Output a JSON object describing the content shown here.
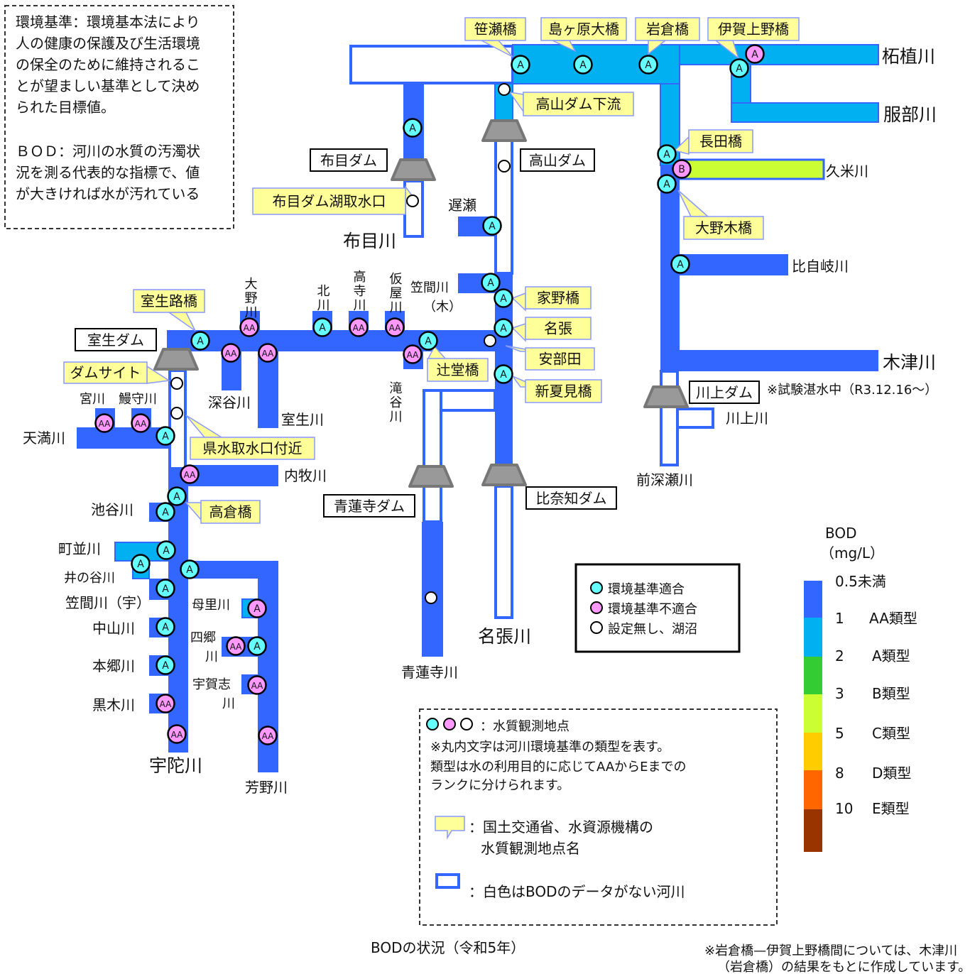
{
  "colors": {
    "river_bod_lt_0_5": "#3366ff",
    "river_bod_1_2": "#00b0f0",
    "river_bod_3": "#33cc33",
    "river_bod_5": "#ccff33",
    "river_bod_8": "#ffcc00",
    "river_bod_10": "#ff6600",
    "river_bod_gt_10": "#993300",
    "compliant": "#66ffff",
    "noncompliant": "#ff99ff",
    "callout": "#ffff99"
  },
  "info_box": {
    "lines": [
      "環境基準：環境基本法により",
      "人の健康の保護及び生活環境",
      "の保全のために維持されるこ",
      "とが望ましい基準として決め",
      "られた目標値。",
      "",
      "ＢＯＤ：河川の水質の汚濁状",
      "況を測る代表的な指標で、値",
      "が大きければ水が汚れている"
    ]
  },
  "callouts": [
    "笹瀬橋",
    "島ヶ原大橋",
    "岩倉橋",
    "伊賀上野橋",
    "高山ダム下流",
    "長田橋",
    "大野木橋",
    "家野橋",
    "名張",
    "安部田",
    "新夏見橋",
    "辻堂橋",
    "布目ダム湖取水口",
    "室生路橋",
    "ダムサイト",
    "県水取水口付近",
    "高倉橋"
  ],
  "dams": [
    "布目ダム",
    "高山ダム",
    "室生ダム",
    "川上ダム",
    "青蓮寺ダム",
    "比奈知ダム"
  ],
  "rivers": {
    "tsuge": "柘植川",
    "hattori": "服部川",
    "kume": "久米川",
    "hijiki": "比自岐川",
    "kizu": "木津川",
    "kawakami": "川上川",
    "maefukase": "前深瀬川",
    "nabari": "名張川",
    "shorenji": "青蓮寺川",
    "nunome": "布目川",
    "osose": "遅瀬",
    "kasama_ki_1": "笠間川",
    "kasama_ki_2": "（木）",
    "ono": "大野川",
    "kita": "北川",
    "takadera": "高寺川",
    "kariya": "仮屋川",
    "takitani": "滝谷川",
    "fukatani": "深谷川",
    "muro": "室生川",
    "miya": "宮川",
    "unagi": "鰻守川",
    "temma": "天満川",
    "uchimaki": "内牧川",
    "iketani": "池谷川",
    "machinami": "町並川",
    "inotani": "井の谷川",
    "kasama_u": "笠間川（宇）",
    "nakayama": "中山川",
    "hongo": "本郷川",
    "kuroki": "黒木川",
    "uda": "宇陀川",
    "mori": "母里川",
    "shigo_1": "四郷",
    "shigo_2": "川",
    "ukashi_1": "宇賀志",
    "ukashi_2": "川",
    "yoshino": "芳野川"
  },
  "kawakami_note": "※試験湛水中（R3.12.16～）",
  "stations": [
    {
      "class": "A",
      "status": "compliant"
    },
    {
      "class": "A",
      "status": "compliant"
    },
    {
      "class": "A",
      "status": "compliant"
    },
    {
      "class": "A",
      "status": "noncompliant"
    },
    {
      "class": "A",
      "status": "compliant"
    },
    {
      "class": "",
      "status": "none"
    },
    {
      "class": "A",
      "status": "compliant"
    },
    {
      "class": "",
      "status": "none"
    },
    {
      "class": "A",
      "status": "compliant"
    },
    {
      "class": "B",
      "status": "noncompliant"
    },
    {
      "class": "A",
      "status": "compliant"
    },
    {
      "class": "",
      "status": "none"
    },
    {
      "class": "A",
      "status": "compliant"
    },
    {
      "class": "A",
      "status": "compliant"
    },
    {
      "class": "A",
      "status": "compliant"
    },
    {
      "class": "A",
      "status": "compliant"
    },
    {
      "class": "A",
      "status": "compliant"
    },
    {
      "class": "",
      "status": "none"
    },
    {
      "class": "A",
      "status": "compliant"
    },
    {
      "class": "A",
      "status": "compliant"
    },
    {
      "class": "AA",
      "status": "noncompliant"
    },
    {
      "class": "A",
      "status": "compliant"
    },
    {
      "class": "AA",
      "status": "noncompliant"
    },
    {
      "class": "AA",
      "status": "noncompliant"
    },
    {
      "class": "A",
      "status": "compliant"
    },
    {
      "class": "AA",
      "status": "noncompliant"
    },
    {
      "class": "AA",
      "status": "noncompliant"
    },
    {
      "class": "AA",
      "status": "noncompliant"
    },
    {
      "class": "",
      "status": "none"
    },
    {
      "class": "",
      "status": "none"
    },
    {
      "class": "AA",
      "status": "noncompliant"
    },
    {
      "class": "AA",
      "status": "noncompliant"
    },
    {
      "class": "A",
      "status": "compliant"
    },
    {
      "class": "AA",
      "status": "noncompliant"
    },
    {
      "class": "A",
      "status": "compliant"
    },
    {
      "class": "A",
      "status": "compliant"
    },
    {
      "class": "A",
      "status": "compliant"
    },
    {
      "class": "A",
      "status": "compliant"
    },
    {
      "class": "A",
      "status": "compliant"
    },
    {
      "class": "A",
      "status": "compliant"
    },
    {
      "class": "A",
      "status": "noncompliant"
    },
    {
      "class": "A",
      "status": "compliant"
    },
    {
      "class": "AA",
      "status": "noncompliant"
    },
    {
      "class": "A",
      "status": "compliant"
    },
    {
      "class": "AA",
      "status": "noncompliant"
    },
    {
      "class": "A",
      "status": "compliant"
    },
    {
      "class": "AA",
      "status": "noncompliant"
    },
    {
      "class": "AA",
      "status": "noncompliant"
    },
    {
      "class": "AA",
      "status": "noncompliant"
    },
    {
      "class": "",
      "status": "none"
    }
  ],
  "status_legend": {
    "compliant": "環境基準適合",
    "noncompliant": "環境基準不適合",
    "none": "設定無し、湖沼"
  },
  "bod_scale": {
    "title": "BOD",
    "unit": "（mg/L）",
    "top": "0.5未満",
    "rows": [
      {
        "value": "1",
        "type": "AA類型"
      },
      {
        "value": "2",
        "type": "A類型"
      },
      {
        "value": "3",
        "type": "B類型"
      },
      {
        "value": "5",
        "type": "C類型"
      },
      {
        "value": "8",
        "type": "D類型"
      },
      {
        "value": "10",
        "type": "E類型"
      }
    ]
  },
  "notes": {
    "circles": "：水質観測地点",
    "line1": "※丸内文字は河川環境基準の類型を表す。",
    "line2": "類型は水の利用目的に応じてAAからEまでの",
    "line3": "ランクに分けられます。",
    "callout_1": "：国土交通省、水資源機構の",
    "callout_2": "水質観測地点名",
    "nodata": "：白色はBODのデータがない河川"
  },
  "caption": "BODの状況（令和5年）",
  "footnote": [
    "※岩倉橋—伊賀上野橋間については、木津川",
    "（岩倉橋）の結果をもとに作成しています。"
  ]
}
